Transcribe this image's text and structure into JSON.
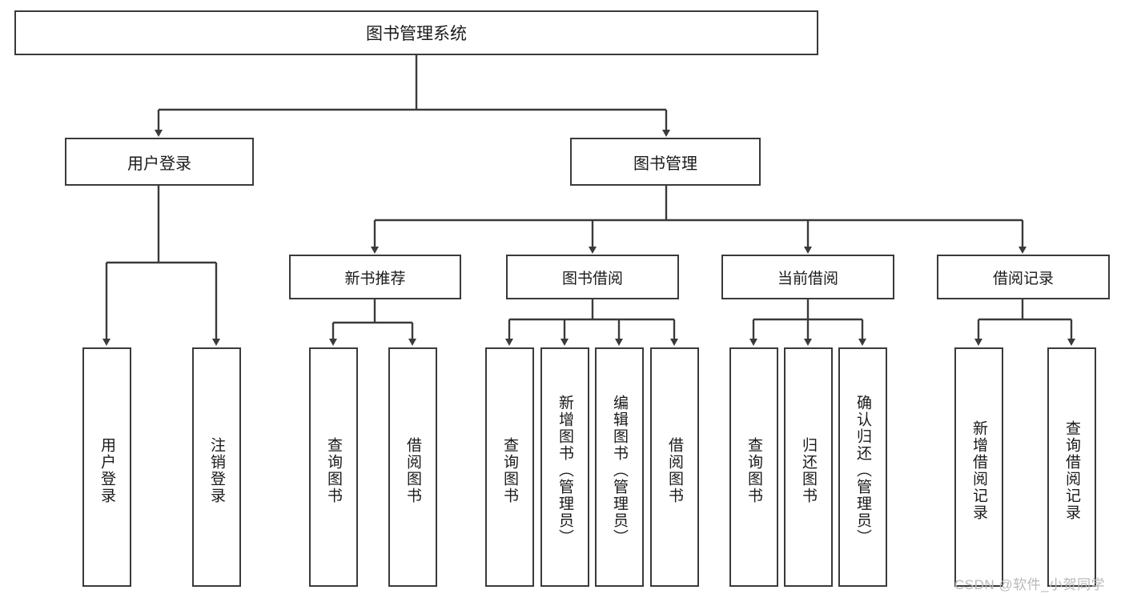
{
  "diagram": {
    "title": "图书管理系统",
    "root": {
      "label": "图书管理系统"
    },
    "level1": [
      {
        "label": "用户登录"
      },
      {
        "label": "图书管理"
      }
    ],
    "level2": [
      {
        "label": "新书推荐"
      },
      {
        "label": "图书借阅"
      },
      {
        "label": "当前借阅"
      },
      {
        "label": "借阅记录"
      }
    ],
    "leaves": {
      "user_login": [
        {
          "label": "用户登录"
        },
        {
          "label": "注销登录"
        }
      ],
      "new_book": [
        {
          "label": "查询图书"
        },
        {
          "label": "借阅图书"
        }
      ],
      "book_borrow": [
        {
          "label": "查询图书"
        },
        {
          "label": "新增图书（管理员）"
        },
        {
          "label": "编辑图书（管理员）"
        },
        {
          "label": "借阅图书"
        }
      ],
      "current_borrow": [
        {
          "label": "查询图书"
        },
        {
          "label": "归还图书"
        },
        {
          "label": "确认归还（管理员）"
        }
      ],
      "borrow_record": [
        {
          "label": "新增借阅记录"
        },
        {
          "label": "查询借阅记录"
        }
      ]
    }
  },
  "watermark": {
    "text": "CSDN @软件_小贺同学"
  },
  "colors": {
    "stroke": "#3a3a3a",
    "background": "#ffffff",
    "text": "#1a1a1a",
    "watermark": "#b9b9b9"
  }
}
